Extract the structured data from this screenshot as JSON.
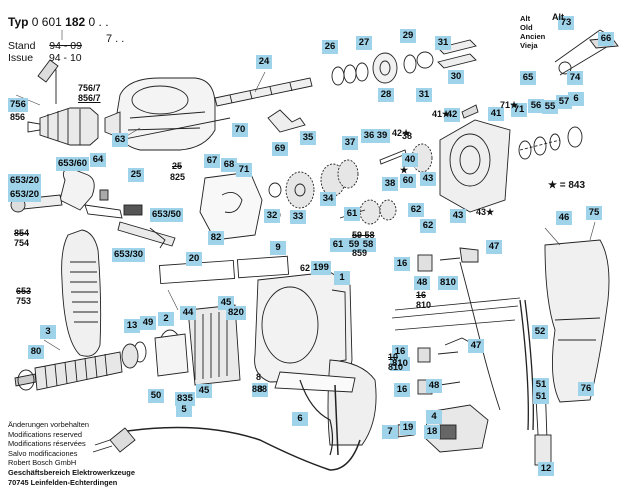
{
  "header": {
    "type_key": "Typ",
    "type_number": "0 601 ",
    "type_number_bold": "182",
    "type_suffix_1": "0 . .",
    "type_suffix_2": "7 . .",
    "stand_key": "Stand",
    "stand_value": "94 - 09",
    "issue_key": "Issue",
    "issue_value": "94 - 10"
  },
  "version_notes": [
    "Alt",
    "Old",
    "Ancien",
    "Vieja"
  ],
  "legend": {
    "symbol": "★",
    "equals": "=",
    "value": "843"
  },
  "footer": [
    "Änderungen vorbehalten",
    "Modifications reserved",
    "Modifications réservées",
    "Salvo modificaciones",
    "Robert Bosch GmbH",
    "Geschäftsbereich Elektrowerkzeuge",
    "70745 Leinfelden-Echterdingen",
    ""
  ],
  "callouts": [
    "73",
    "26",
    "27",
    "29",
    "31",
    "66",
    "24",
    "30",
    "74",
    "65",
    "28",
    "31",
    "6",
    "756",
    "56",
    "71",
    "55",
    "57",
    "41",
    "42",
    "70",
    "36",
    "39",
    "35",
    "63",
    "37",
    "69",
    "67",
    "68",
    "40",
    "653/60",
    "64",
    "71",
    "25",
    "38",
    "60",
    "43",
    "653/20",
    "653/20",
    "34",
    "32",
    "33",
    "61",
    "62",
    "46",
    "75",
    "43",
    "653/50",
    "62",
    "82",
    "61",
    "59",
    "58",
    "47",
    "653/30",
    "9",
    "20",
    "16",
    "199",
    "1",
    "48",
    "810",
    "45",
    "820",
    "44",
    "2",
    "13",
    "49",
    "3",
    "52",
    "47",
    "80",
    "16",
    "810",
    "8",
    "48",
    "16",
    "51",
    "51",
    "76",
    "50",
    "45",
    "835",
    "5",
    "6",
    "4",
    "19",
    "7",
    "18",
    "12"
  ],
  "plain_labels": [
    "756/7",
    "856/7",
    "856",
    "Alt",
    "41★",
    "71★",
    "42★",
    "25",
    "825",
    "★",
    "43★",
    "854",
    "754",
    "59 58",
    "859",
    "653",
    "753",
    "16",
    "810",
    "10",
    "810",
    "8",
    "888",
    "38",
    "62"
  ]
}
